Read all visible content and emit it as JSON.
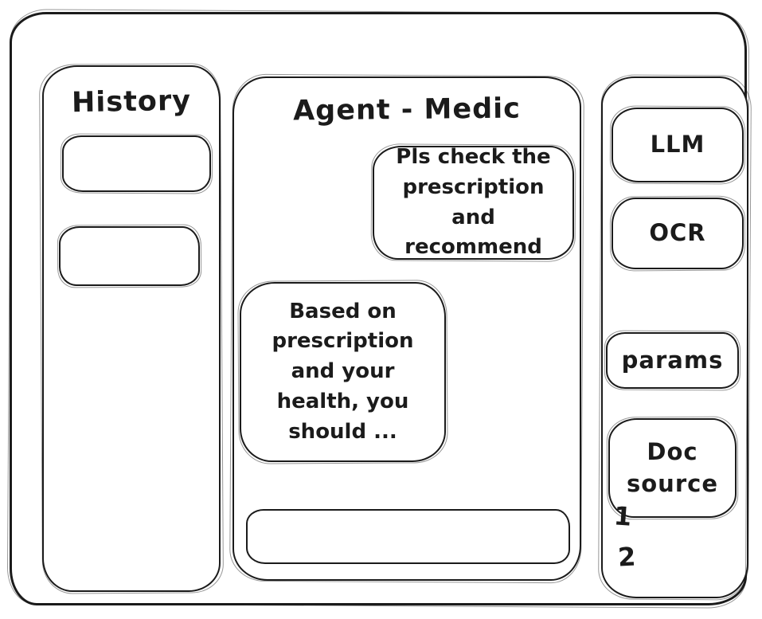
{
  "window": {
    "background": "#ffffff",
    "ink_color": "#1b1b1b"
  },
  "history": {
    "title": "History",
    "items": [
      {
        "label": ""
      },
      {
        "label": ""
      }
    ]
  },
  "chat": {
    "title": "Agent - Medic",
    "messages": [
      {
        "role": "user",
        "text": "Pls check the prescription and recommend"
      },
      {
        "role": "agent",
        "text": "Based on prescription and your health, you should ..."
      }
    ],
    "input": {
      "value": "",
      "placeholder": ""
    }
  },
  "tools": {
    "items": [
      {
        "label": "LLM"
      },
      {
        "label": "OCR"
      },
      {
        "label": "params"
      },
      {
        "label": "Doc source"
      }
    ],
    "doc_source_numbers": [
      "1",
      "2"
    ]
  }
}
